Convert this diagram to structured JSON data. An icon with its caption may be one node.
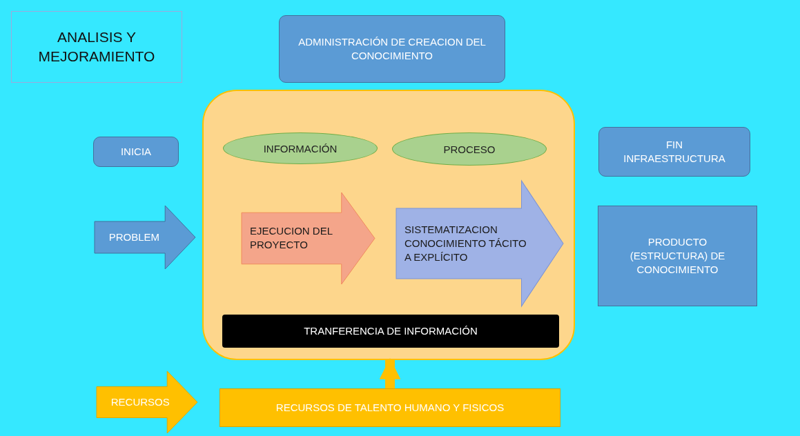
{
  "diagram": {
    "nodes": [
      {
        "text": [
          "ANALISIS Y MEJORAMIENTO"
        ]
      },
      {
        "text": [
          "ADMINISTRACIÓN DE CREACION DEL CONOCIMIENTO"
        ]
      },
      {
        "text": [
          "INICIA"
        ]
      },
      {
        "text": [],
        "shape": "box"
      },
      {
        "text": [
          "INFORMACIÓN"
        ],
        "in": 3
      },
      {
        "text": [
          "PROCESO"
        ],
        "in": 3
      },
      {
        "text": [
          "FIN INFRAESTRUCTURA"
        ]
      },
      {
        "text": [
          "PROBLEM"
        ]
      },
      {
        "text": [
          "EJECUCION DEL PROYECTO"
        ],
        "in": 3
      },
      {
        "text": [
          "SISTEMATIZACION CONOCIMIENTO TÁCITO A EXPLÍCITO"
        ],
        "in": 3
      },
      {
        "text": [
          "PRODUCTO (ESTRUCTURA) DE CONOCIMIENTO"
        ]
      },
      {
        "text": [
          "TRANFERENCIA DE INFORMACIÓN"
        ],
        "in": 3
      },
      {
        "text": [
          "RECURSOS"
        ]
      },
      {
        "text": [
          "RECURSOS DE TALENTO HUMANO Y FISICOS"
        ]
      }
    ],
    "edges": [
      {
        "from": 13,
        "to": 3,
        "arrow": "to"
      }
    ]
  }
}
